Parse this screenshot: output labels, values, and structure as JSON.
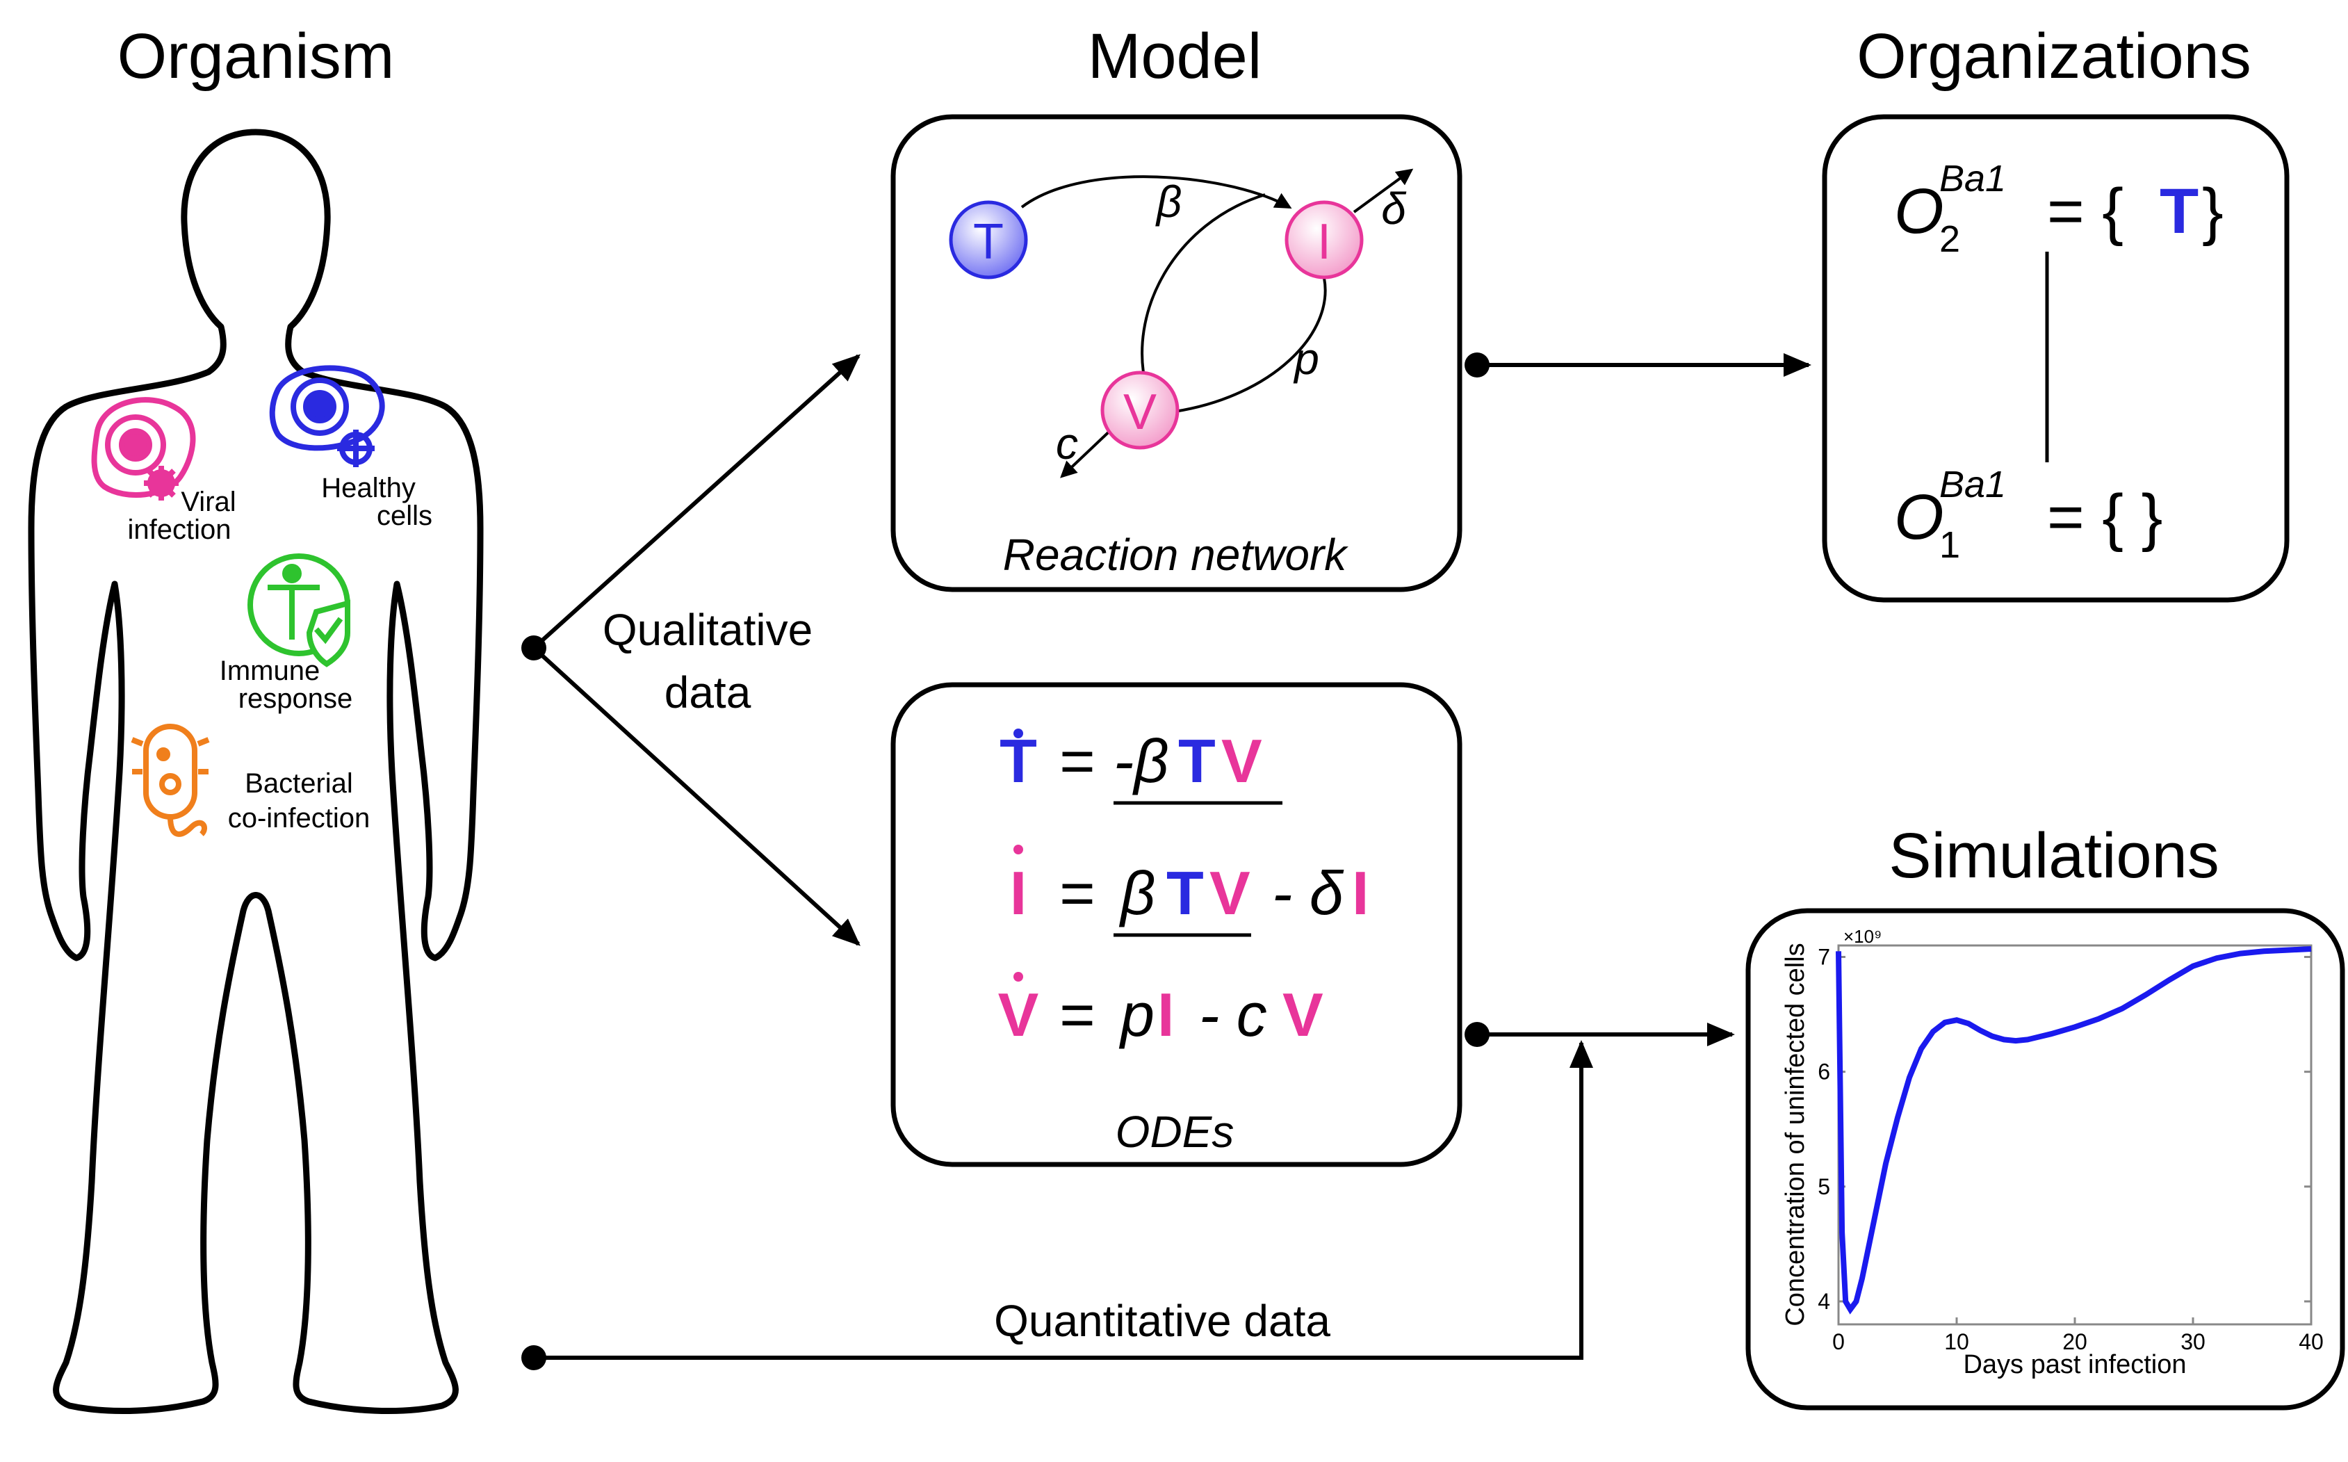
{
  "headings": {
    "organism": "Organism",
    "model": "Model",
    "organizations": "Organizations",
    "simulations": "Simulations"
  },
  "organism_labels": {
    "viral": [
      "Viral",
      "infection"
    ],
    "healthy": [
      "Healthy",
      "cells"
    ],
    "immune": [
      "Immune",
      "response"
    ],
    "bacterial": [
      "Bacterial",
      "co-infection"
    ]
  },
  "arrows": {
    "qualitative": [
      "Qualitative",
      "data"
    ],
    "quantitative": "Quantitative data"
  },
  "reaction_network": {
    "caption": "Reaction network",
    "nodes": [
      "T",
      "I",
      "V"
    ],
    "rates": {
      "beta": "β",
      "delta": "δ",
      "p": "p",
      "c": "c"
    }
  },
  "odes": {
    "caption": "ODEs",
    "dot_T": "T",
    "dot_I": "I",
    "dot_V": "V",
    "eq_sign": "=",
    "minus_beta": "-β",
    "beta": "β",
    "minus_delta": "- δ",
    "p": "p",
    "minus_c": "- c",
    "T": "T",
    "V": "V",
    "I": "I"
  },
  "organizations": {
    "O2": {
      "base": "O",
      "sub": "2",
      "sup": "Ba1",
      "set_open": "= {",
      "member": "T",
      "set_close": "}"
    },
    "O1": {
      "base": "O",
      "sub": "1",
      "sup": "Ba1",
      "set": "= { }"
    }
  },
  "colors": {
    "T": "#2a2ae0",
    "I": "#e8359a",
    "V": "#e8359a",
    "viral": "#e8359a",
    "healthy": "#2a2ae0",
    "immune": "#2ec32e",
    "bacterial": "#f07f1c",
    "curve": "#1a1aee"
  },
  "chart_data": {
    "type": "line",
    "title": "",
    "xlabel": "Days past infection",
    "ylabel": "Concentration of uninfected cells",
    "exponent_label": "×10⁹",
    "xlim": [
      0,
      40
    ],
    "ylim": [
      3.8,
      7.1
    ],
    "x_ticks": [
      "0",
      "10",
      "20",
      "30",
      "40"
    ],
    "y_ticks": [
      "4",
      "5",
      "6",
      "7"
    ],
    "series": [
      {
        "x": [
          0,
          0.3,
          0.6,
          1,
          1.5,
          2,
          3,
          4,
          5,
          6,
          7,
          8,
          9,
          10,
          11,
          12,
          13,
          14,
          15,
          16,
          18,
          20,
          22,
          24,
          26,
          28,
          30,
          32,
          34,
          36,
          38,
          40
        ],
        "y": [
          7.05,
          4.6,
          4.0,
          3.93,
          4.0,
          4.2,
          4.7,
          5.2,
          5.6,
          5.95,
          6.2,
          6.35,
          6.43,
          6.45,
          6.42,
          6.36,
          6.31,
          6.28,
          6.27,
          6.28,
          6.33,
          6.39,
          6.46,
          6.55,
          6.67,
          6.8,
          6.92,
          6.99,
          7.03,
          7.05,
          7.06,
          7.07
        ]
      }
    ]
  }
}
